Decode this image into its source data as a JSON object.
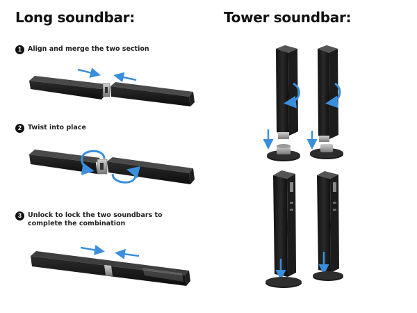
{
  "headings": {
    "long": "Long soundbar:",
    "tower": "Tower soundbar:"
  },
  "steps": [
    {
      "number": "1",
      "text": "Align and merge the two section"
    },
    {
      "number": "2",
      "text": "Twist into place"
    },
    {
      "number": "3",
      "text": "Unlock to lock the two soundbars to complete the combination"
    }
  ],
  "colors": {
    "arrow": "#3a8fdc",
    "bar_dark": "#1a1a1a",
    "bar_top": "#3a3a3a",
    "connector": "#9a9a9a"
  },
  "icons": [
    "right-arrow-icon",
    "left-arrow-icon",
    "rotate-arrow-icon",
    "down-arrow-icon"
  ]
}
